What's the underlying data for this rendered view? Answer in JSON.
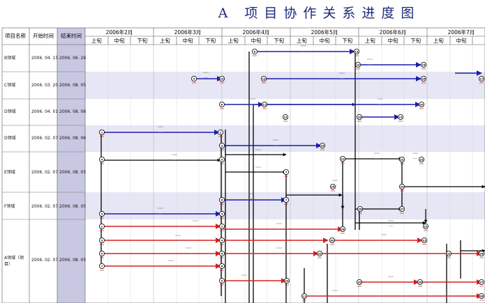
{
  "title": "A 项目协作关系进度图",
  "table_header": {
    "name": "项目名称",
    "start": "开始时间",
    "end": "结束时间"
  },
  "months": [
    "2006年2月",
    "2006年3月",
    "2006年4月",
    "2006年5月",
    "2006年6月",
    "2006年7月"
  ],
  "periods": [
    "上旬",
    "中旬",
    "下旬"
  ],
  "rows": [
    {
      "name": "B领域",
      "start": "2006. 04. 15",
      "end": "2006. 06. 29"
    },
    {
      "name": "C领域",
      "start": "2006. 03. 20",
      "end": "2006. 08. 05"
    },
    {
      "name": "D领域",
      "start": "2006. 04. 01",
      "end": "2006. 08. 06"
    },
    {
      "name": "D领域",
      "start": "2006. 02. 07",
      "end": "2006. 08. 06"
    },
    {
      "name": "E领域",
      "start": "2006. 02. 07",
      "end": "2006. 08. 05"
    },
    {
      "name": "F领域",
      "start": "2006. 02. 07",
      "end": "2006. 08. 05"
    },
    {
      "name": "A领域（项目）",
      "start": "2006. 02. 07",
      "end": "2006. 08. 05"
    }
  ],
  "colors": {
    "title": "#1a2a7a",
    "blue_arrow": "#1c1cae",
    "red_arrow": "#d42020",
    "black_link": "#000000",
    "band": "#e6e6f4",
    "end_col": "#c8c8e2",
    "grid": "#dadada"
  }
}
